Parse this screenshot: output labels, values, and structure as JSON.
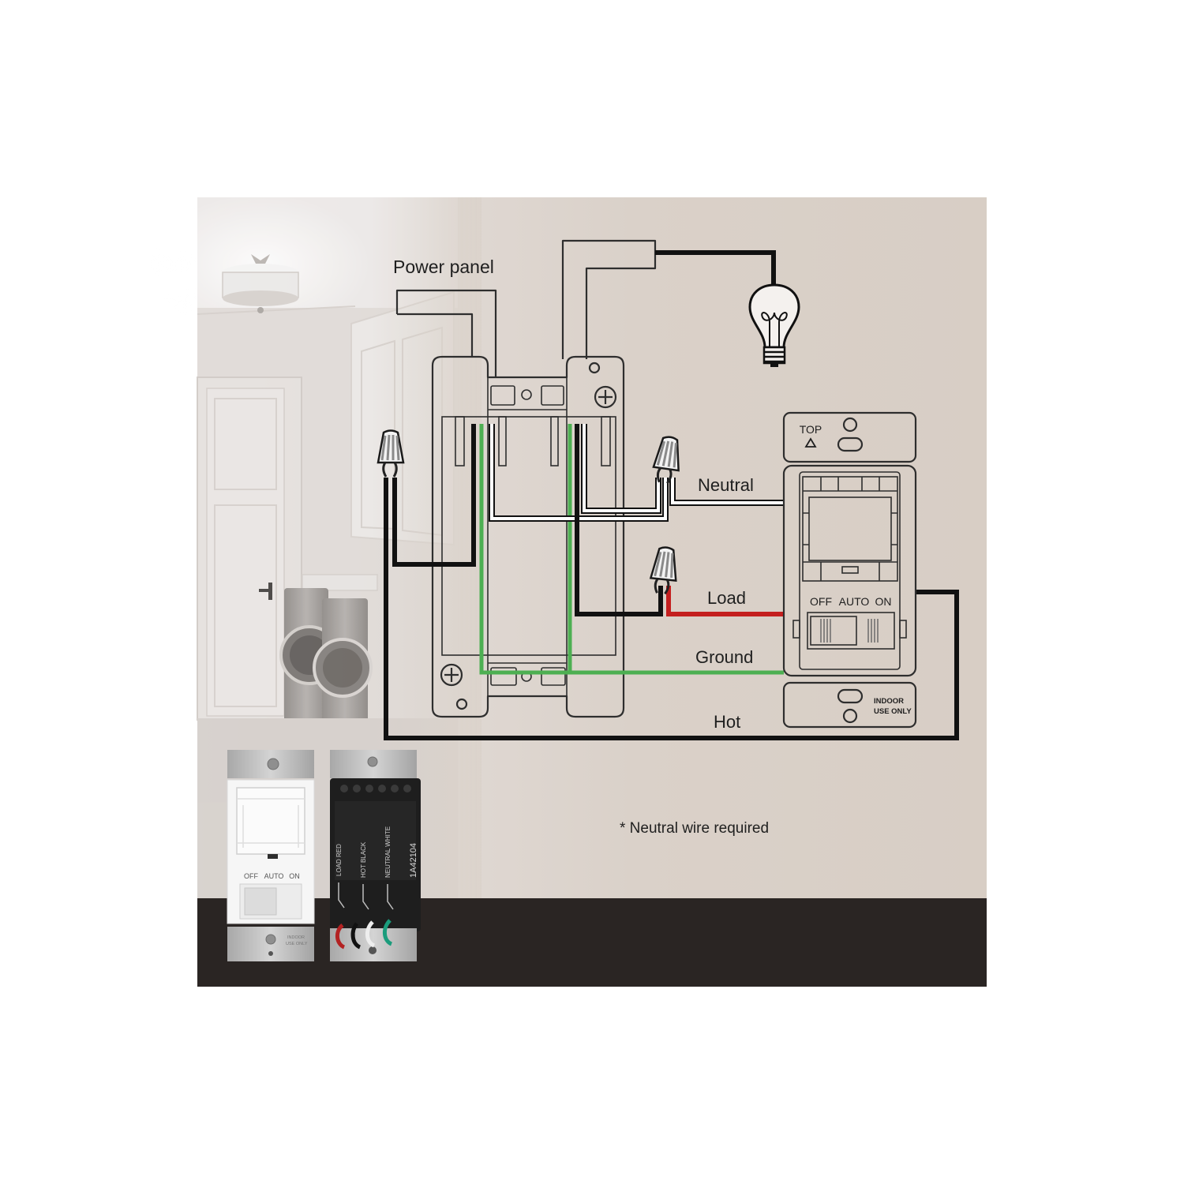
{
  "diagram": {
    "power_panel_label": "Power panel",
    "wire_labels": {
      "neutral": "Neutral",
      "load": "Load",
      "ground": "Ground",
      "hot": "Hot"
    },
    "note": "* Neutral wire required"
  },
  "switch_drawing": {
    "top_label": "TOP",
    "mode_labels": [
      "OFF",
      "AUTO",
      "ON"
    ],
    "indoor_label": "INDOOR",
    "use_only_label": "USE ONLY"
  },
  "product_photos": {
    "front": {
      "mode_labels": [
        "OFF",
        "AUTO",
        "ON"
      ],
      "plate_text": [
        "INDOOR",
        "USE ONLY"
      ]
    },
    "back": {
      "terminal_labels": [
        "LOAD RED",
        "HOT BLACK",
        "NEUTRAL WHITE"
      ],
      "model_number": "1A42104"
    }
  },
  "colors": {
    "floor": "#2a2523",
    "ground_wire": "#4daf52",
    "load_wire": "#c41f1f",
    "hot_wire": "#111111",
    "neutral_wire": "#ffffff"
  }
}
